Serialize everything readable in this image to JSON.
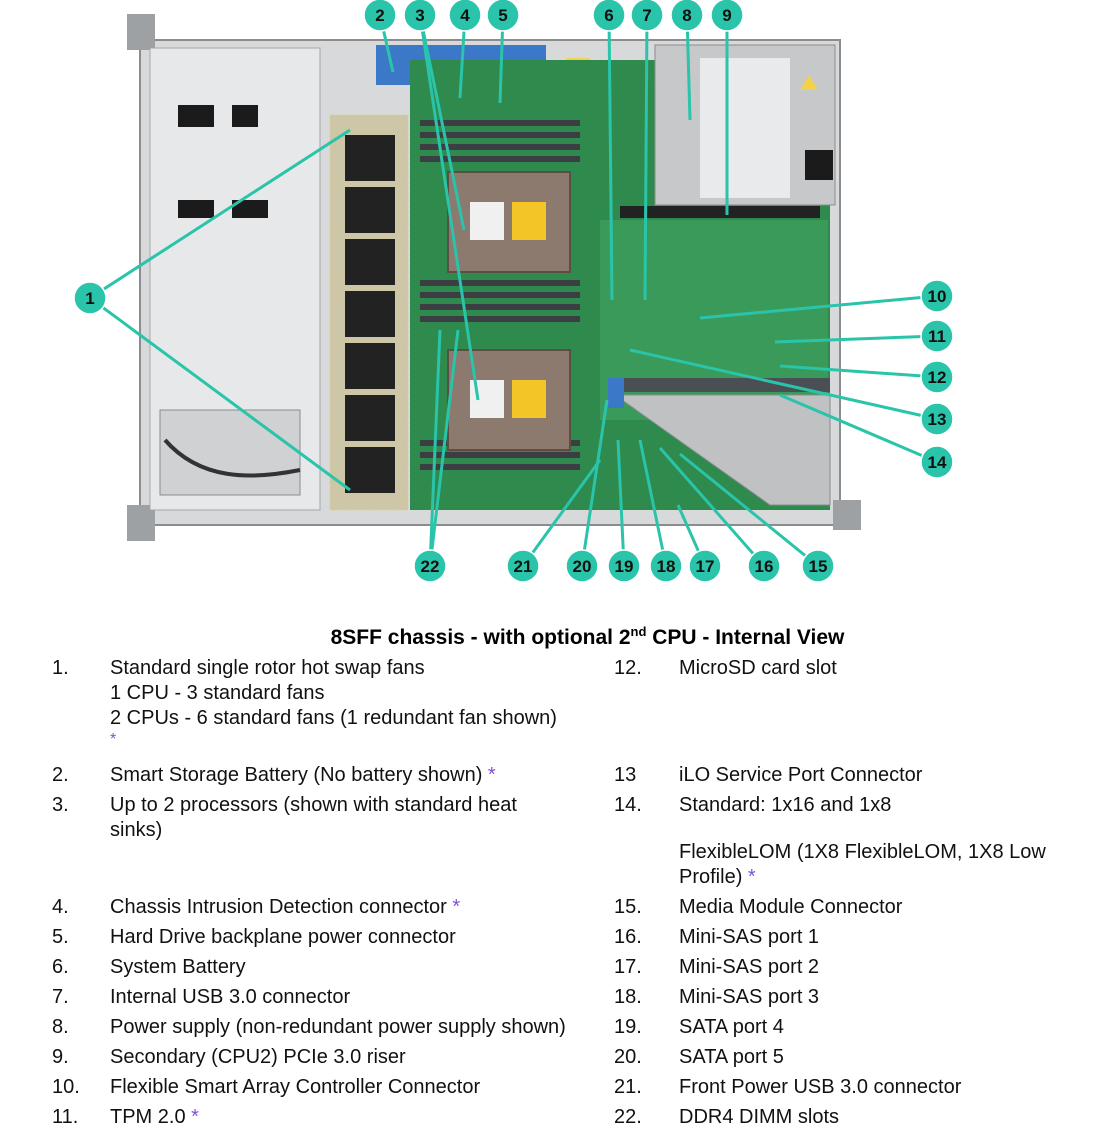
{
  "caption": {
    "prefix": "8SFF chassis - with optional 2",
    "superscript": "nd",
    "suffix": " CPU - Internal View"
  },
  "callouts": [
    "1",
    "2",
    "3",
    "4",
    "5",
    "6",
    "7",
    "8",
    "9",
    "10",
    "11",
    "12",
    "13",
    "14",
    "15",
    "16",
    "17",
    "18",
    "19",
    "20",
    "21",
    "22"
  ],
  "legend": [
    {
      "num": "1.",
      "lines": [
        "Standard single rotor hot swap fans",
        "1 CPU - 3 standard fans",
        "2 CPUs - 6 standard fans (1 redundant fan shown)"
      ],
      "star_line": "*"
    },
    {
      "num": "2.",
      "lines": [
        "Smart Storage Battery (No battery shown)"
      ],
      "star": "*"
    },
    {
      "num": "3.",
      "lines": [
        "Up to 2 processors (shown with standard heat",
        "sinks)"
      ]
    },
    {
      "num": "4.",
      "lines": [
        "Chassis Intrusion Detection connector"
      ],
      "star": "*"
    },
    {
      "num": "5.",
      "lines": [
        "Hard Drive backplane power connector"
      ]
    },
    {
      "num": "6.",
      "lines": [
        "System Battery"
      ]
    },
    {
      "num": "7.",
      "lines": [
        "Internal USB 3.0 connector"
      ]
    },
    {
      "num": "8.",
      "lines": [
        "Power supply (non-redundant power supply shown)"
      ]
    },
    {
      "num": "9.",
      "lines": [
        "Secondary (CPU2) PCIe 3.0 riser"
      ]
    },
    {
      "num": "10.",
      "lines": [
        "Flexible Smart Array Controller Connector"
      ]
    },
    {
      "num": "11.",
      "lines": [
        "TPM 2.0"
      ],
      "star": "*"
    },
    {
      "num": "12.",
      "lines": [
        "MicroSD card slot"
      ]
    },
    {
      "num": "13",
      "lines": [
        "iLO Service Port Connector"
      ]
    },
    {
      "num": "14.",
      "lines": [
        "Standard: 1x16 and 1x8"
      ]
    },
    {
      "num": "",
      "lines": [
        "FlexibleLOM (1X8 FlexibleLOM, 1X8 Low",
        "Profile)"
      ],
      "star": "*"
    },
    {
      "num": "15.",
      "lines": [
        "Media Module Connector"
      ]
    },
    {
      "num": "16.",
      "lines": [
        "Mini-SAS port 1"
      ]
    },
    {
      "num": "17.",
      "lines": [
        "Mini-SAS port 2"
      ]
    },
    {
      "num": "18.",
      "lines": [
        "Mini-SAS port 3"
      ]
    },
    {
      "num": "19.",
      "lines": [
        "SATA port 4"
      ]
    },
    {
      "num": "20.",
      "lines": [
        "SATA port 5"
      ]
    },
    {
      "num": "21.",
      "lines": [
        "Front Power USB 3.0 connector"
      ]
    },
    {
      "num": "22.",
      "lines": [
        "DDR4 DIMM slots"
      ]
    }
  ],
  "colors": {
    "callout": "#29c4a9",
    "star": "#7b52d6",
    "board": "#2f8a4e"
  }
}
